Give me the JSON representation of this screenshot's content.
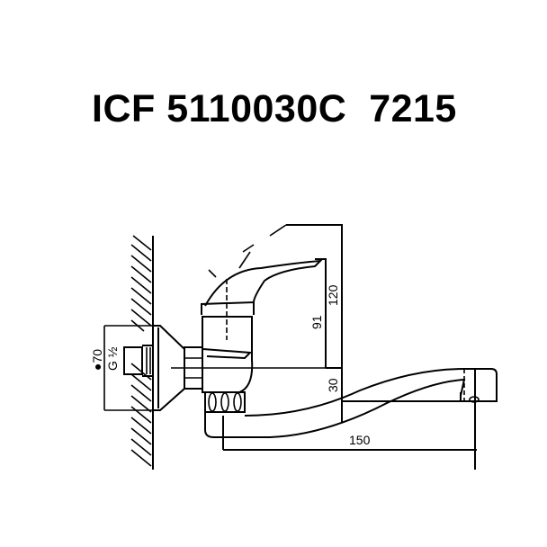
{
  "title": "ICF 5110030C  7215",
  "drawing": {
    "subject": "wall-mounted single-lever faucet with swivel spout",
    "dimensions": {
      "diameter": "●70",
      "thread": "G ½",
      "height_lever": "91",
      "height_total": "120",
      "spout_height": "30",
      "spout_reach": "150"
    }
  }
}
